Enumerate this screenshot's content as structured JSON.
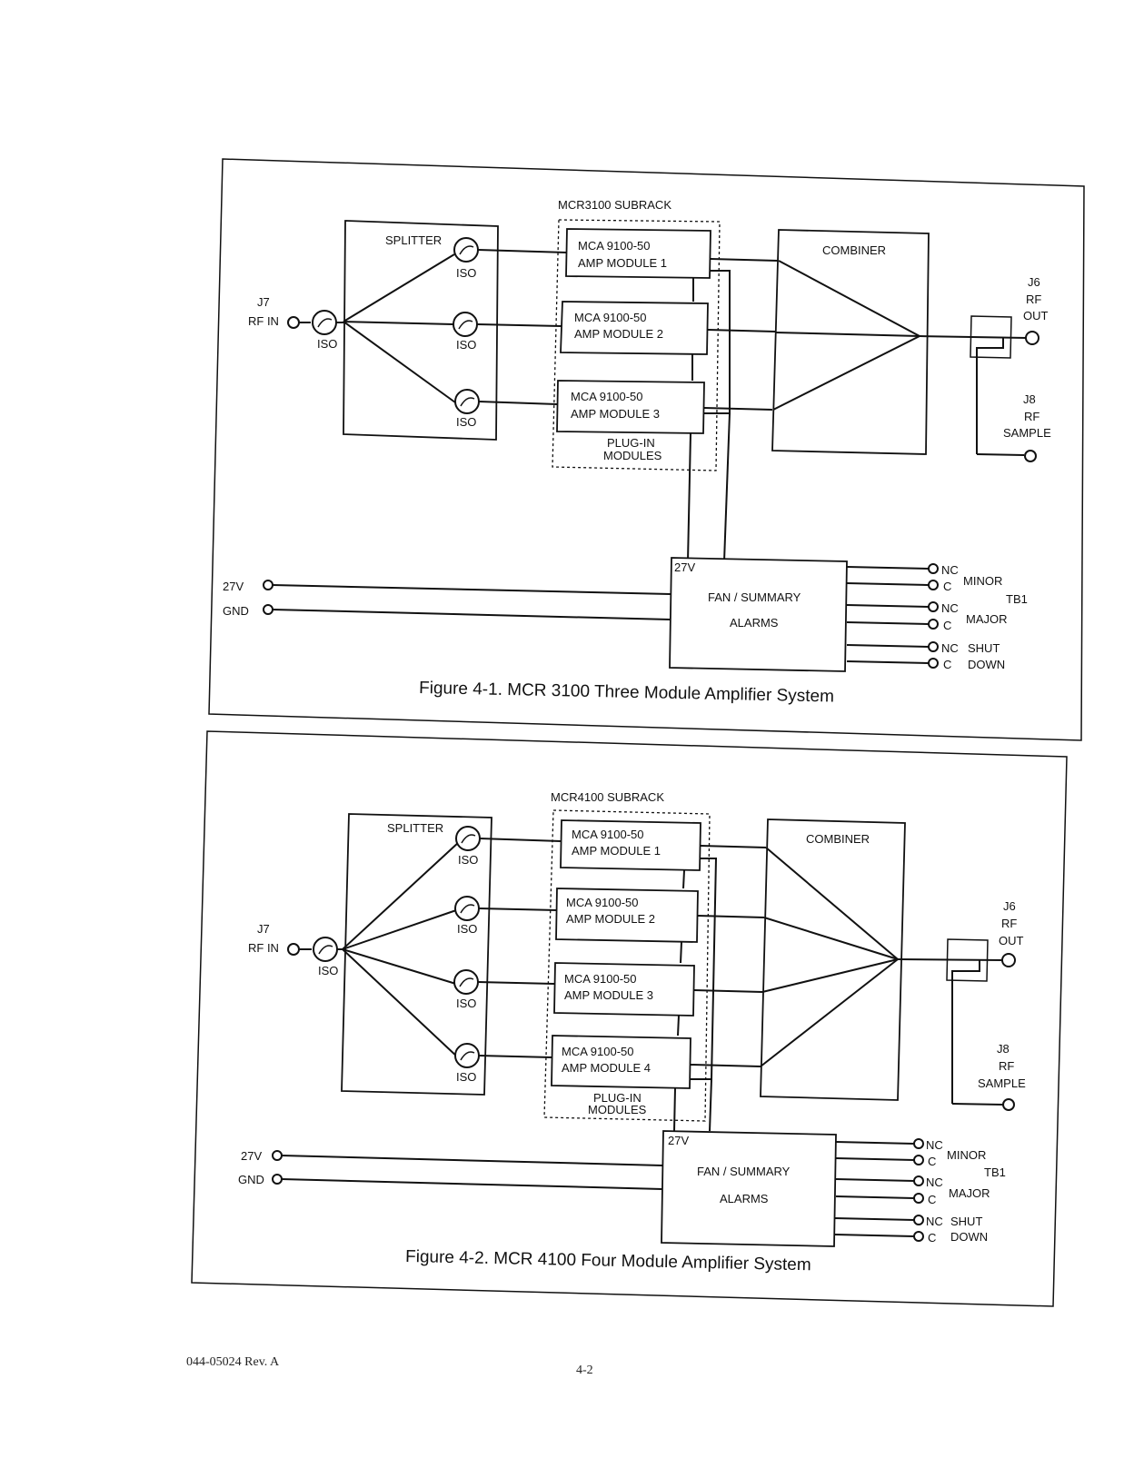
{
  "figure1": {
    "subrack": "MCR3100 SUBRACK",
    "splitter": "SPLITTER",
    "combiner": "COMBINER",
    "iso": "ISO",
    "rf_in_j": "J7",
    "rf_in": "RF IN",
    "modules": [
      {
        "line1": "MCA 9100-50",
        "line2": "AMP MODULE 1"
      },
      {
        "line1": "MCA 9100-50",
        "line2": "AMP MODULE 2"
      },
      {
        "line1": "MCA 9100-50",
        "line2": "AMP MODULE 3"
      }
    ],
    "plugin_1": "PLUG-IN",
    "plugin_2": "MODULES",
    "rf_out_j": "J6",
    "rf_out_1": "RF",
    "rf_out_2": "OUT",
    "sample_j": "J8",
    "sample_1": "RF",
    "sample_2": "SAMPLE",
    "v27": "27V",
    "v27_box": "27V",
    "gnd": "GND",
    "fan_1": "FAN / SUMMARY",
    "fan_2": "ALARMS",
    "nc": "NC",
    "c": "C",
    "minor": "MINOR",
    "tb1": "TB1",
    "major": "MAJOR",
    "shut": "SHUT",
    "down": "DOWN",
    "caption": "Figure 4-1.  MCR 3100 Three Module Amplifier System"
  },
  "figure2": {
    "subrack": "MCR4100 SUBRACK",
    "splitter": "SPLITTER",
    "combiner": "COMBINER",
    "iso": "ISO",
    "rf_in_j": "J7",
    "rf_in": "RF IN",
    "modules": [
      {
        "line1": "MCA 9100-50",
        "line2": "AMP MODULE 1"
      },
      {
        "line1": "MCA 9100-50",
        "line2": "AMP MODULE 2"
      },
      {
        "line1": "MCA 9100-50",
        "line2": "AMP MODULE 3"
      },
      {
        "line1": "MCA 9100-50",
        "line2": "AMP MODULE 4"
      }
    ],
    "plugin_1": "PLUG-IN",
    "plugin_2": "MODULES",
    "rf_out_j": "J6",
    "rf_out_1": "RF",
    "rf_out_2": "OUT",
    "sample_j": "J8",
    "sample_1": "RF",
    "sample_2": "SAMPLE",
    "v27": "27V",
    "v27_box": "27V",
    "gnd": "GND",
    "fan_1": "FAN / SUMMARY",
    "fan_2": "ALARMS",
    "nc": "NC",
    "c": "C",
    "minor": "MINOR",
    "tb1": "TB1",
    "major": "MAJOR",
    "shut": "SHUT",
    "down": "DOWN",
    "caption": "Figure 4-2.  MCR 4100 Four Module Amplifier System"
  },
  "footer": {
    "doc_number": "044-05024 Rev. A",
    "page_number": "4-2"
  }
}
